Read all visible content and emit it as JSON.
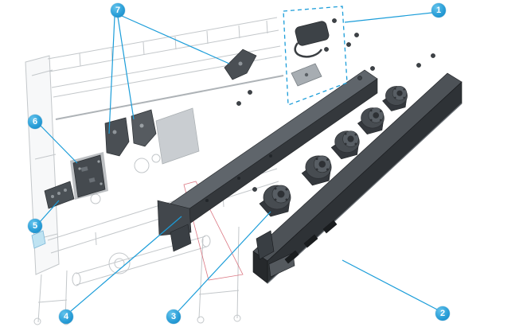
{
  "diagram": {
    "accent_color": "#1b9dd9",
    "callouts": [
      {
        "label": "1"
      },
      {
        "label": "2"
      },
      {
        "label": "3"
      },
      {
        "label": "4"
      },
      {
        "label": "5"
      },
      {
        "label": "6"
      },
      {
        "label": "7"
      }
    ]
  }
}
